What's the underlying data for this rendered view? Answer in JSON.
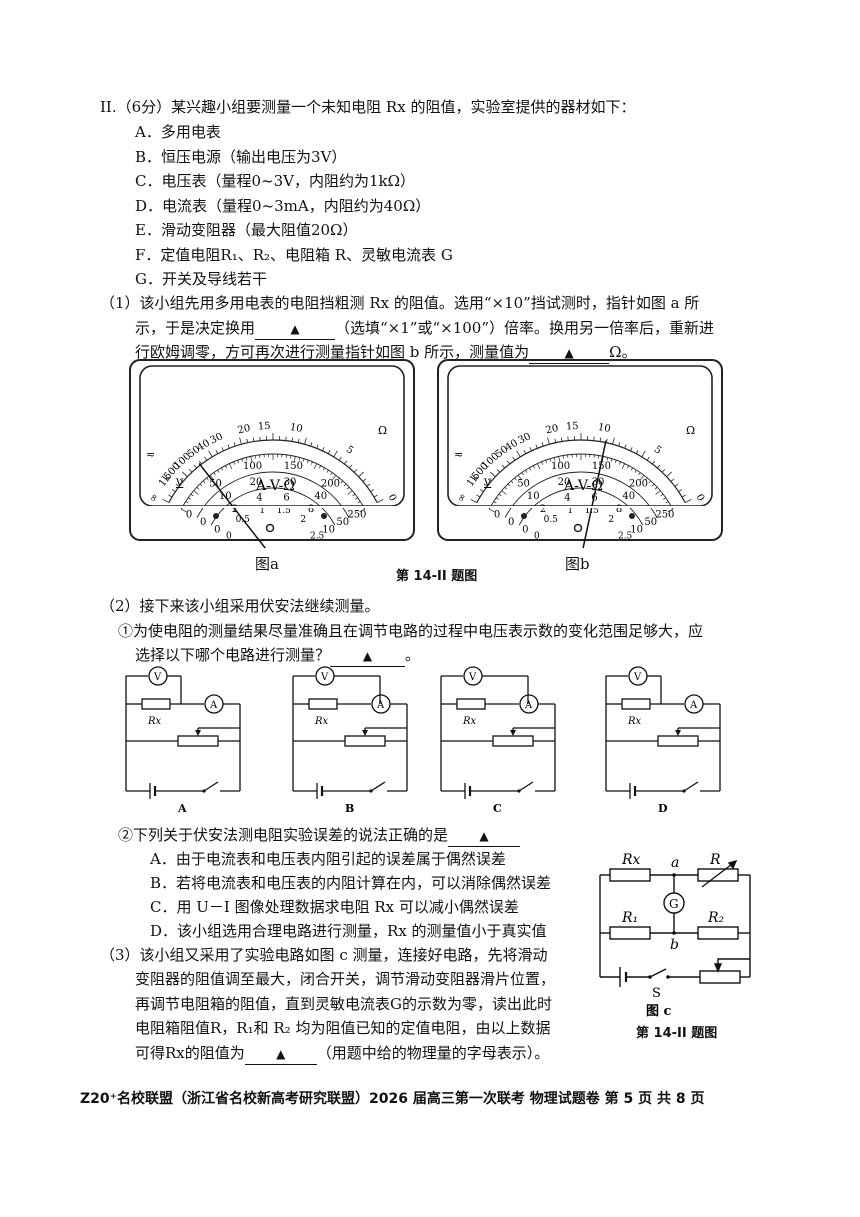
{
  "header": "II.（6分）某兴趣小组要测量一个未知电阻 Rx 的阻值，实验室提供的器材如下：",
  "items": [
    "A．多用电表",
    "B．恒压电源（输出电压为3V）",
    "C．电压表（量程0~3V，内阻约为1kΩ）",
    "D．电流表（量程0~3mA，内阻约为40Ω）",
    "E．滑动变阻器（最大阻值20Ω）",
    "F．定值电阻R₁、R₂、电阻箱 R、灵敏电流表 G",
    "G．开关及导线若干"
  ],
  "q1": {
    "line1": "（1）该小组先用多用电表的电阻挡粗测 Rx 的阻值。选用“×10”挡试测时，指针如图 a 所",
    "line2a": "示，于是决定换用",
    "line2b": "（选填“×1”或“×100”）倍率。换用另一倍率后，重新进",
    "line3a": "行欧姆调零，方可再次进行测量指针如图 b 所示，测量值为",
    "line3b": "Ω。",
    "blank": "▲"
  },
  "meter": {
    "ohm_ticks": [
      "∞",
      "1k",
      "500",
      "100",
      "50",
      "40",
      "30",
      "20",
      "15",
      "10",
      "5",
      "0"
    ],
    "ohm_unit": "Ω",
    "dc_ticks_major": [
      "0",
      "50",
      "100",
      "150",
      "200",
      "250"
    ],
    "dc_ticks_mid": [
      "0",
      "10",
      "20",
      "30",
      "40",
      "50"
    ],
    "dc_ticks_small": [
      "0",
      "2",
      "4",
      "6",
      "8",
      "10"
    ],
    "ac_ticks": [
      "0",
      "0.5",
      "1",
      "1.5",
      "2",
      "2.5"
    ],
    "label": "A-V-Ω",
    "ac_symbol": "≂",
    "dc_symbol": "V"
  },
  "figure_labels": {
    "a": "图a",
    "b": "图b",
    "caption": "第 14-II 题图"
  },
  "q2": {
    "intro": "（2）接下来该小组采用伏安法继续测量。",
    "sub1a": "①为使电阻的测量结果尽量准确且在调节电路的过程中电压表示数的变化范围足够大，应",
    "sub1b": "选择以下哪个电路进行测量？",
    "sub1c": "。",
    "circuit_labels": [
      "A",
      "B",
      "C",
      "D"
    ],
    "voltmeter": "V",
    "ammeter": "A",
    "resistor": "Rx",
    "sub2": "②下列关于伏安法测电阻实验误差的说法正确的是",
    "options": [
      "A．由于电流表和电压表内阻引起的误差属于偶然误差",
      "B．若将电流表和电压表的内阻计算在内，可以消除偶然误差",
      "C．用 U－I 图像处理数据求电阻 Rx 可以减小偶然误差",
      "D．该小组选用合理电路进行测量，Rx 的测量值小于真实值"
    ]
  },
  "q3": {
    "lines": [
      "（3）该小组又采用了实验电路如图 c 测量，连接好电路，先将滑动",
      "变阻器的阻值调至最大，闭合开关，调节滑动变阻器滑片位置，",
      "再调节电阻箱的阻值，直到灵敏电流表G的示数为零，读出此时",
      "电阻箱阻值R，R₁和 R₂ 均为阻值已知的定值电阻，由以上数据"
    ],
    "last_a": "可得Rx的阻值为",
    "last_b": "（用题中给的物理量的字母表示）。"
  },
  "figc": {
    "rx": "Rx",
    "a": "a",
    "r": "R",
    "g": "G",
    "r1": "R₁",
    "r2": "R₂",
    "b": "b",
    "s": "S",
    "label": "图 c",
    "caption": "第 14-II 题图"
  },
  "footer": "Z20⁺名校联盟（浙江省名校新高考研究联盟）2026 届高三第一次联考  物理试题卷   第 5 页  共 8 页"
}
